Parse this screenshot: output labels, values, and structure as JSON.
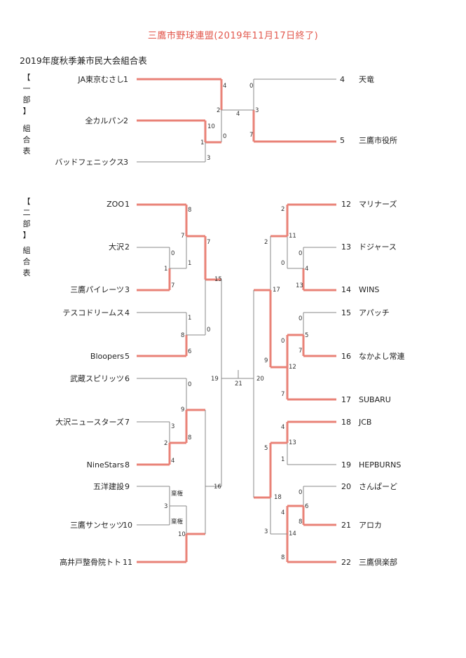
{
  "header": {
    "title": "三鷹市野球連盟(2019年11月17日終了)",
    "subtitle": "2019年度秋季兼市民大会組合表"
  },
  "division1": {
    "label_chars": [
      "【",
      "一",
      "部",
      "】"
    ],
    "sub_chars": [
      "組",
      "合",
      "表"
    ],
    "left_teams": [
      {
        "name": "JA東京むさし",
        "seed": "1"
      },
      {
        "name": "全カルパン",
        "seed": "2"
      },
      {
        "name": "バッドフェニックス",
        "seed": "3"
      }
    ],
    "right_teams": [
      {
        "seed": "4",
        "name": "天竜"
      },
      {
        "seed": "5",
        "name": "三鷹市役所"
      }
    ],
    "scores": [
      "4",
      "2",
      "10",
      "1",
      "0",
      "3",
      "4",
      "0",
      "3",
      "7"
    ]
  },
  "division2": {
    "label_chars": [
      "【",
      "二",
      "部",
      "】"
    ],
    "sub_chars": [
      "組",
      "合",
      "表"
    ],
    "left_teams": [
      {
        "name": "ZOO",
        "seed": "1"
      },
      {
        "name": "大沢",
        "seed": "2"
      },
      {
        "name": "三鷹パイレーツ",
        "seed": "3"
      },
      {
        "name": "テスコドリームス",
        "seed": "4"
      },
      {
        "name": "Bloopers",
        "seed": "5"
      },
      {
        "name": "武蔵スピリッツ",
        "seed": "6"
      },
      {
        "name": "大沢ニュースターズ",
        "seed": "7"
      },
      {
        "name": "NineStars",
        "seed": "8"
      },
      {
        "name": "五洋建設",
        "seed": "9"
      },
      {
        "name": "三鷹サンセッツ",
        "seed": "10"
      },
      {
        "name": "高井戸整骨院トト",
        "seed": "11"
      }
    ],
    "right_teams": [
      {
        "seed": "12",
        "name": "マリナーズ"
      },
      {
        "seed": "13",
        "name": "ドジャース"
      },
      {
        "seed": "14",
        "name": "WINS"
      },
      {
        "seed": "15",
        "name": "アパッチ"
      },
      {
        "seed": "16",
        "name": "なかよし常連"
      },
      {
        "seed": "17",
        "name": "SUBARU"
      },
      {
        "seed": "18",
        "name": "JCB"
      },
      {
        "seed": "19",
        "name": "HEPBURNS"
      },
      {
        "seed": "20",
        "name": "さんぱーど"
      },
      {
        "seed": "21",
        "name": "アロカ"
      },
      {
        "seed": "22",
        "name": "三鷹倶楽部"
      }
    ],
    "scores": [
      "8",
      "7",
      "7",
      "0",
      "1",
      "1",
      "7",
      "15",
      "1",
      "8",
      "0",
      "6",
      "0",
      "9",
      "3",
      "2",
      "8",
      "4",
      "16",
      "棄権",
      "3",
      "棄権",
      "10",
      "19",
      "21",
      "20",
      "2",
      "11",
      "2",
      "0",
      "4",
      "0",
      "13",
      "17",
      "0",
      "5",
      "0",
      "7",
      "12",
      "9",
      "7",
      "4",
      "13",
      "5",
      "1",
      "0",
      "6",
      "8",
      "4",
      "14",
      "3",
      "8",
      "18"
    ]
  }
}
